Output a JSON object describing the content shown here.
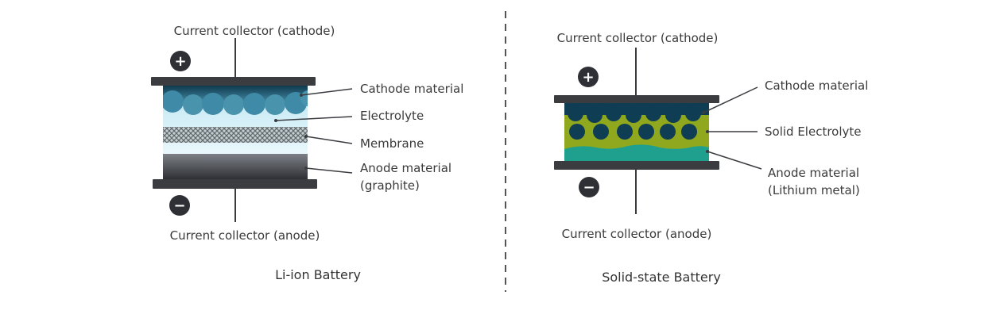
{
  "li_ion": {
    "caption": "Li-ion Battery",
    "current_collector_top": "Current collector (cathode)",
    "current_collector_bottom": "Current collector (anode)",
    "cathode": "Cathode material",
    "electrolyte": "Electrolyte",
    "membrane": "Membrane",
    "anode_line1": "Anode material",
    "anode_line2": "(graphite)",
    "plus_sign": "+",
    "minus_sign": "−"
  },
  "solid_state": {
    "caption": "Solid-state Battery",
    "current_collector_top": "Current collector (cathode)",
    "current_collector_bottom": "Current collector (anode)",
    "cathode": "Cathode material",
    "electrolyte": "Solid Electrolyte",
    "anode_line1": "Anode material",
    "anode_line2": "(Lithium metal)",
    "plus_sign": "+",
    "minus_sign": "−"
  },
  "colors": {
    "collector": "#3a3c40",
    "cathode_light": "#4a93ad",
    "cathode_dark": "#0f3a4e",
    "electrolyte": "#dff3fa",
    "membrane": "#9aa4a8",
    "anode_light": "#2e3035",
    "anode_dark": "#7d8086",
    "ss_cathode": "#0f3d54",
    "ss_electrolyte": "#8fa81e",
    "ss_anode": "#1fa08f",
    "divider": "#555555"
  }
}
